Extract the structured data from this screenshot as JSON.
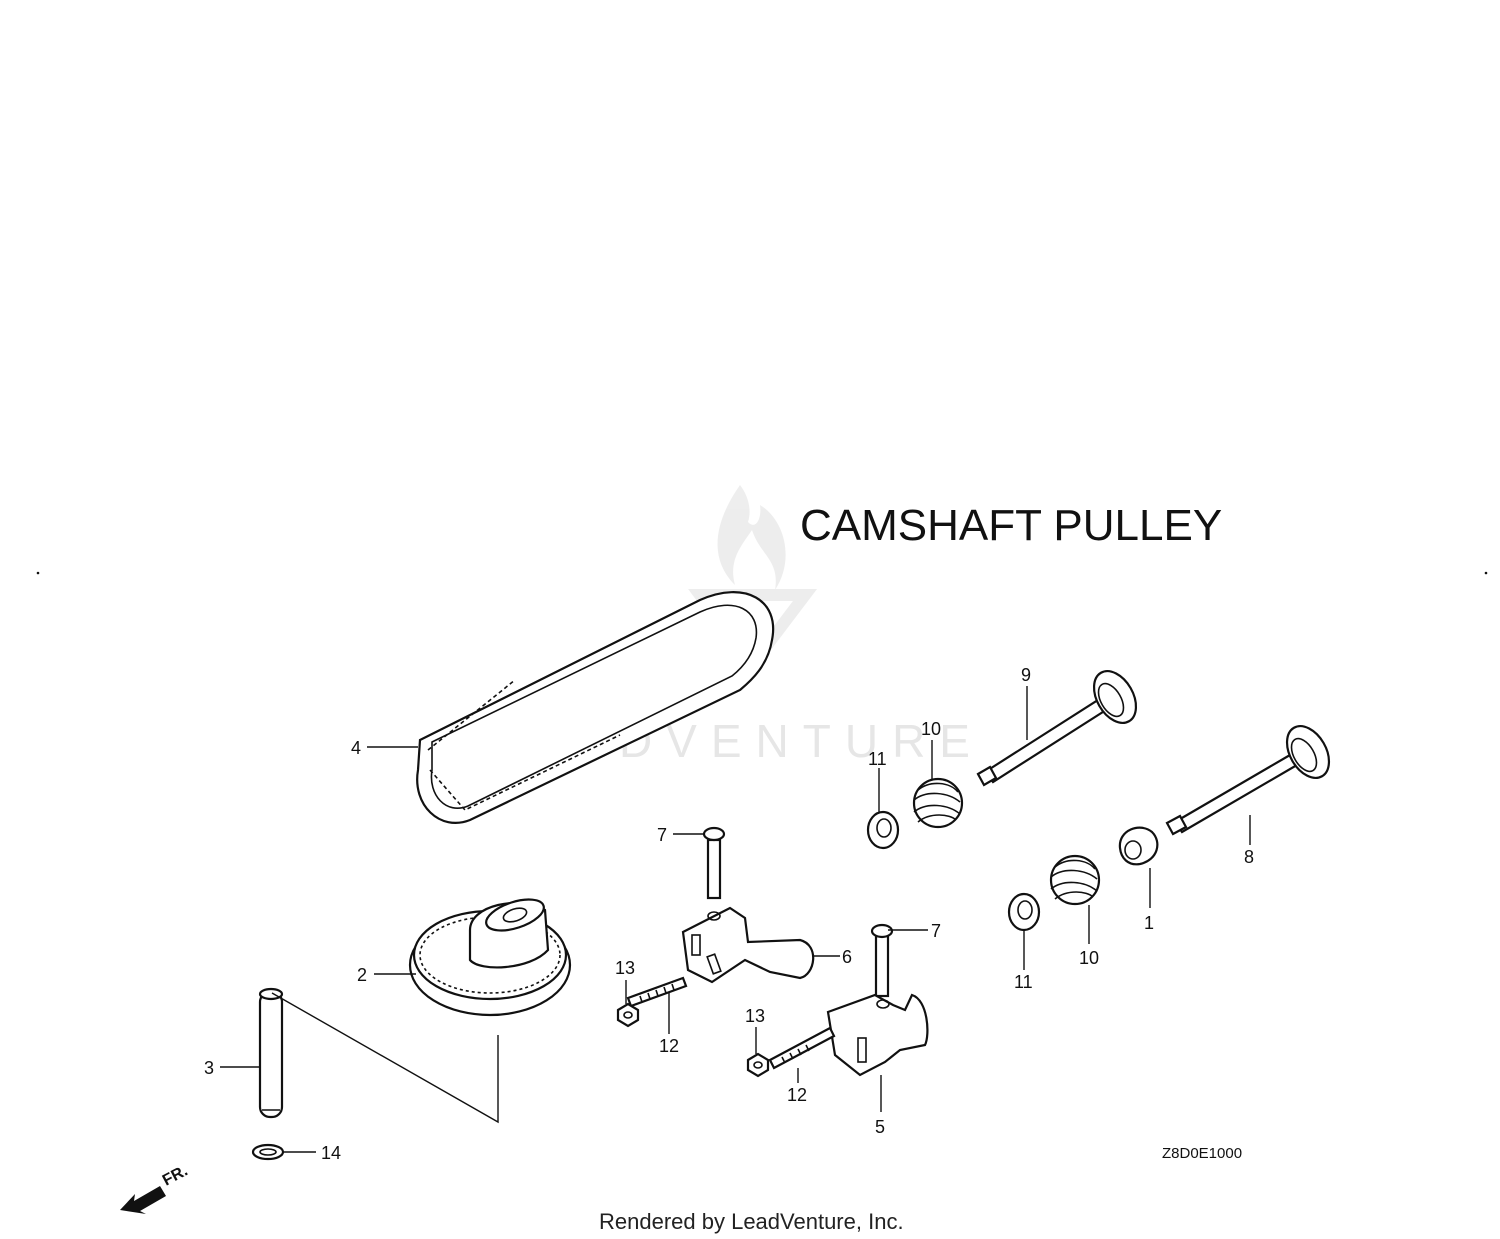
{
  "title": "CAMSHAFT  PULLEY",
  "diagram_code": "Z8D0E1000",
  "footer": "Rendered by LeadVenture, Inc.",
  "watermark": "LEADVENTURE",
  "direction_label": "FR.",
  "callouts": {
    "c1": "1",
    "c2": "2",
    "c3": "3",
    "c4": "4",
    "c5": "5",
    "c6": "6",
    "c7a": "7",
    "c7b": "7",
    "c8": "8",
    "c9": "9",
    "c10a": "10",
    "c10b": "10",
    "c11a": "11",
    "c11b": "11",
    "c12a": "12",
    "c12b": "12",
    "c13a": "13",
    "c13b": "13",
    "c14": "14"
  }
}
